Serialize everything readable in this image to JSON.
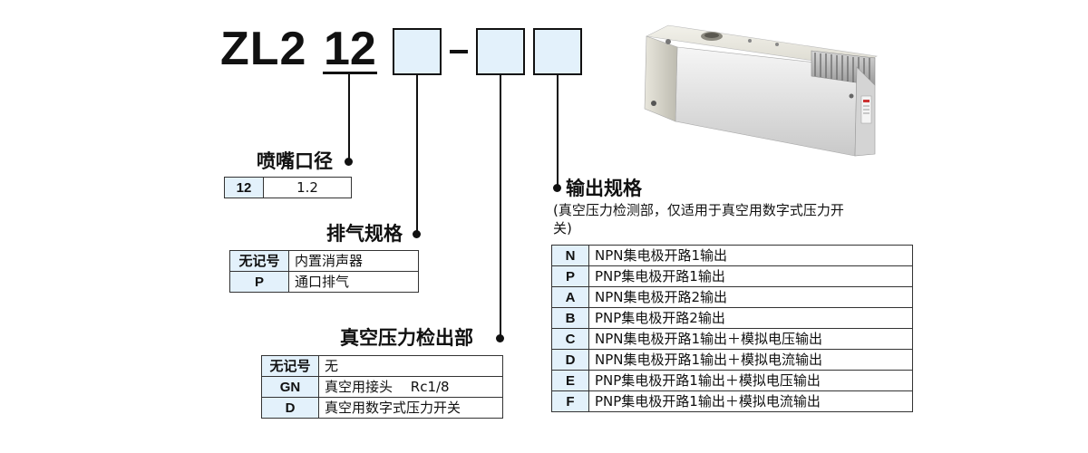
{
  "model": {
    "prefix": "ZL2",
    "size_code": "12"
  },
  "nozzle": {
    "title": "喷嘴口径",
    "rows": [
      {
        "code": "12",
        "value": "1.2"
      }
    ]
  },
  "exhaust": {
    "title": "排气规格",
    "rows": [
      {
        "code": "无记号",
        "value": "内置消声器"
      },
      {
        "code": "P",
        "value": "通口排气"
      }
    ]
  },
  "vacuum_port": {
    "title": "真空压力检出部",
    "rows": [
      {
        "code": "无记号",
        "value": "无"
      },
      {
        "code": "GN",
        "value": "真空用接头　 Rc1/8"
      },
      {
        "code": "D",
        "value": "真空用数字式压力开关"
      }
    ]
  },
  "output": {
    "title": "输出规格",
    "note_line1": "(真空压力检测部，仅适用于真空用数字式压力开",
    "note_line2": "关)",
    "rows": [
      {
        "code": "N",
        "value": "NPN集电极开路1输出"
      },
      {
        "code": "P",
        "value": "PNP集电极开路1输出"
      },
      {
        "code": "A",
        "value": "NPN集电极开路2输出"
      },
      {
        "code": "B",
        "value": "PNP集电极开路2输出"
      },
      {
        "code": "C",
        "value": "NPN集电极开路1输出＋模拟电压输出"
      },
      {
        "code": "D",
        "value": "NPN集电极开路1输出＋模拟电流输出"
      },
      {
        "code": "E",
        "value": "PNP集电极开路1输出＋模拟电压输出"
      },
      {
        "code": "F",
        "value": "PNP集电极开路1输出＋模拟电流输出"
      }
    ]
  },
  "colors": {
    "code_cell": "#e3f1fb",
    "line": "#111111"
  }
}
